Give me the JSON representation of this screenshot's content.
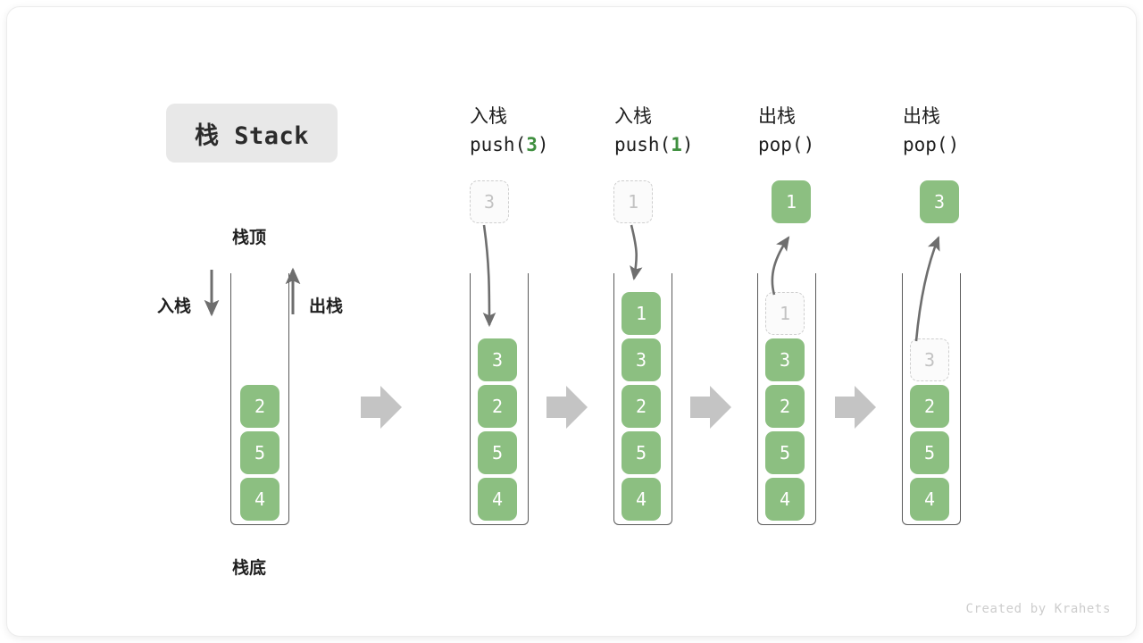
{
  "title": {
    "text": "栈 Stack"
  },
  "labels": {
    "top": "栈顶",
    "bottom": "栈底",
    "push_side": "入栈",
    "pop_side": "出栈"
  },
  "colors": {
    "element": "#8cbf81",
    "element_text": "#ffffff",
    "ghost_border": "#cfcfcf",
    "ghost_text": "#c2c2c2",
    "tube_border": "#5a5a5a",
    "flow_arrow": "#c4c4c4",
    "action_arrow": "#6e6e6e",
    "arg_accent": "#3f8f3f",
    "chip_bg": "#e8e8e8"
  },
  "steps": [
    {
      "id": "initial",
      "head_line1": "",
      "head_line2": "",
      "head_arg": "",
      "cells": [
        {
          "value": "2",
          "state": "solid"
        },
        {
          "value": "5",
          "state": "solid"
        },
        {
          "value": "4",
          "state": "solid"
        }
      ],
      "floating": null,
      "action": null
    },
    {
      "id": "push-3",
      "head_line1": "入栈",
      "head_line2_pre": "push(",
      "head_arg": "3",
      "head_line2_post": ")",
      "cells": [
        {
          "value": "3",
          "state": "solid"
        },
        {
          "value": "2",
          "state": "solid"
        },
        {
          "value": "5",
          "state": "solid"
        },
        {
          "value": "4",
          "state": "solid"
        }
      ],
      "floating": {
        "value": "3",
        "state": "ghost"
      },
      "action": "push"
    },
    {
      "id": "push-1",
      "head_line1": "入栈",
      "head_line2_pre": "push(",
      "head_arg": "1",
      "head_line2_post": ")",
      "cells": [
        {
          "value": "1",
          "state": "solid"
        },
        {
          "value": "3",
          "state": "solid"
        },
        {
          "value": "2",
          "state": "solid"
        },
        {
          "value": "5",
          "state": "solid"
        },
        {
          "value": "4",
          "state": "solid"
        }
      ],
      "floating": {
        "value": "1",
        "state": "ghost"
      },
      "action": "push"
    },
    {
      "id": "pop-1",
      "head_line1": "出栈",
      "head_line2_pre": "pop(",
      "head_arg": "",
      "head_line2_post": ")",
      "cells": [
        {
          "value": "1",
          "state": "ghost"
        },
        {
          "value": "3",
          "state": "solid"
        },
        {
          "value": "2",
          "state": "solid"
        },
        {
          "value": "5",
          "state": "solid"
        },
        {
          "value": "4",
          "state": "solid"
        }
      ],
      "floating": {
        "value": "1",
        "state": "solid"
      },
      "action": "pop"
    },
    {
      "id": "pop-3",
      "head_line1": "出栈",
      "head_line2_pre": "pop(",
      "head_arg": "",
      "head_line2_post": ")",
      "cells": [
        {
          "value": "3",
          "state": "ghost"
        },
        {
          "value": "2",
          "state": "solid"
        },
        {
          "value": "5",
          "state": "solid"
        },
        {
          "value": "4",
          "state": "solid"
        }
      ],
      "floating": {
        "value": "3",
        "state": "solid"
      },
      "action": "pop"
    }
  ],
  "watermark": "Created by Krahets"
}
